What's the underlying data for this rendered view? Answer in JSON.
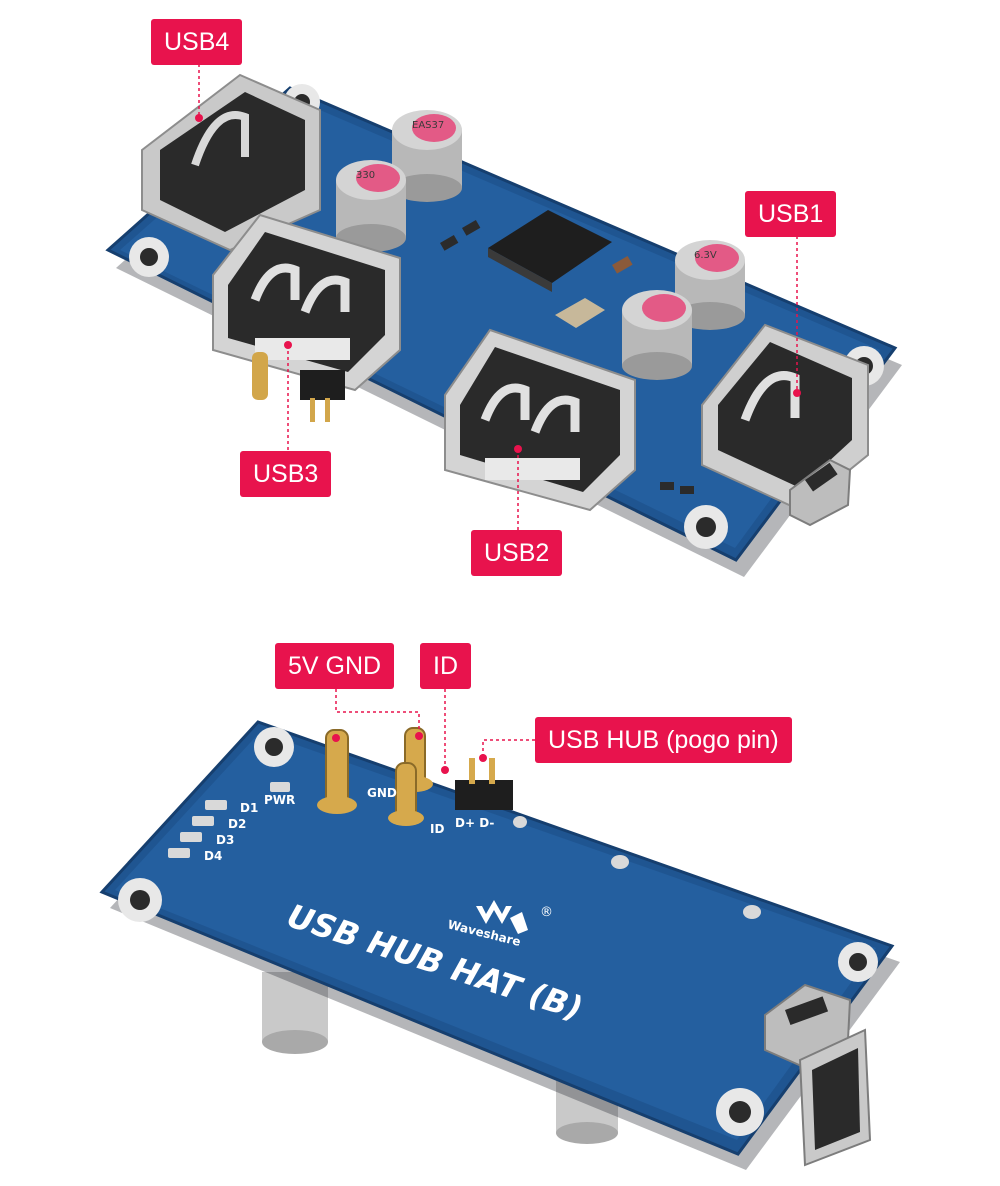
{
  "callouts": {
    "usb4": "USB4",
    "usb1": "USB1",
    "usb3": "USB3",
    "usb2": "USB2",
    "power_gnd": "5V GND",
    "id": "ID",
    "usb_hub": "USB HUB (pogo pin)"
  },
  "board_top": {
    "capacitor_marking": [
      "EAS37",
      "330",
      "6.3V"
    ]
  },
  "board_bottom": {
    "title": "USB HUB HAT (B)",
    "brand": "Waveshare",
    "registered_mark": "®",
    "led_labels": [
      "PWR",
      "D1",
      "D2",
      "D3",
      "D4"
    ],
    "pin_labels": {
      "gnd": "GND",
      "id": "ID",
      "data": "D+ D-"
    }
  },
  "colors": {
    "accent": "#e8134d",
    "pcb_blue": "#1f5591",
    "background": "#ffffff"
  }
}
